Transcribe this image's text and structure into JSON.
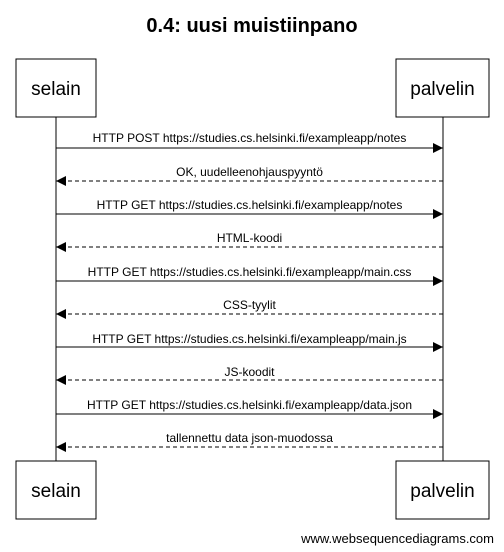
{
  "diagram": {
    "title": "0.4: uusi muistiinpano",
    "participants": [
      {
        "id": "browser",
        "label": "selain"
      },
      {
        "id": "server",
        "label": "palvelin"
      }
    ],
    "messages": [
      {
        "from": "browser",
        "to": "server",
        "style": "solid",
        "label": "HTTP POST https://studies.cs.helsinki.fi/exampleapp/notes"
      },
      {
        "from": "server",
        "to": "browser",
        "style": "dashed",
        "label": "OK, uudelleenohjauspyyntö"
      },
      {
        "from": "browser",
        "to": "server",
        "style": "solid",
        "label": "HTTP GET https://studies.cs.helsinki.fi/exampleapp/notes"
      },
      {
        "from": "server",
        "to": "browser",
        "style": "dashed",
        "label": "HTML-koodi"
      },
      {
        "from": "browser",
        "to": "server",
        "style": "solid",
        "label": "HTTP GET https://studies.cs.helsinki.fi/exampleapp/main.css"
      },
      {
        "from": "server",
        "to": "browser",
        "style": "dashed",
        "label": "CSS-tyylit"
      },
      {
        "from": "browser",
        "to": "server",
        "style": "solid",
        "label": "HTTP GET https://studies.cs.helsinki.fi/exampleapp/main.js"
      },
      {
        "from": "server",
        "to": "browser",
        "style": "dashed",
        "label": "JS-koodit"
      },
      {
        "from": "browser",
        "to": "server",
        "style": "solid",
        "label": "HTTP GET https://studies.cs.helsinki.fi/exampleapp/data.json"
      },
      {
        "from": "server",
        "to": "browser",
        "style": "dashed",
        "label": "tallennettu data json-muodossa"
      }
    ],
    "footer": "www.websequencediagrams.com"
  }
}
